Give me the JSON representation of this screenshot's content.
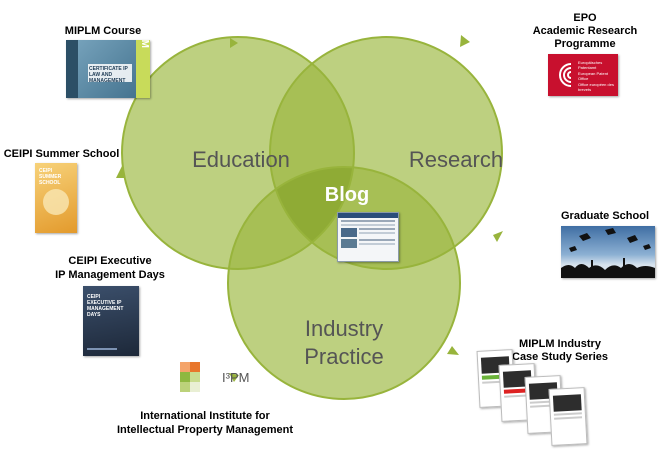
{
  "circles": {
    "education": "Education",
    "research": "Research",
    "industry_line1": "Industry",
    "industry_line2": "Practice",
    "center": "Blog"
  },
  "colors": {
    "circle_fill": "#bdd080",
    "circle_stroke": "#98b43c",
    "overlap_fill": "#a7bf55",
    "center_fill": "#8fab35",
    "arrow": "#98b43c"
  },
  "items": {
    "miplm_course": {
      "label": "MIPLM Course",
      "thumb_text": "CERTIFICATE IP LAW AND MANAGEMENT",
      "side_text": "MIPLM"
    },
    "ceipi_summer": {
      "label": "CEIPI Summer School",
      "thumb_text_1": "CEIPI",
      "thumb_text_2": "SUMMER",
      "thumb_text_3": "SCHOOL"
    },
    "ceipi_exec": {
      "label_1": "CEIPI Executive",
      "label_2": "IP Management Days",
      "thumb_text_1": "CEIPI",
      "thumb_text_2": "EXECUTIVE IP",
      "thumb_text_3": "MANAGEMENT",
      "thumb_text_4": "DAYS"
    },
    "epo": {
      "label_1": "EPO",
      "label_2": "Academic Research",
      "label_3": "Programme",
      "logo_text_1": "Europäisches Patentamt",
      "logo_text_2": "European Patent Office",
      "logo_text_3": "Office européen des brevets"
    },
    "graduate": {
      "label": "Graduate School"
    },
    "miplm_industry": {
      "label_1": "MIPLM Industry",
      "label_2": "Case Study Series"
    },
    "i3pm": {
      "logo_text": "I³PM",
      "label_1": "International Institute for",
      "label_2": "Intellectual Property Management"
    }
  }
}
